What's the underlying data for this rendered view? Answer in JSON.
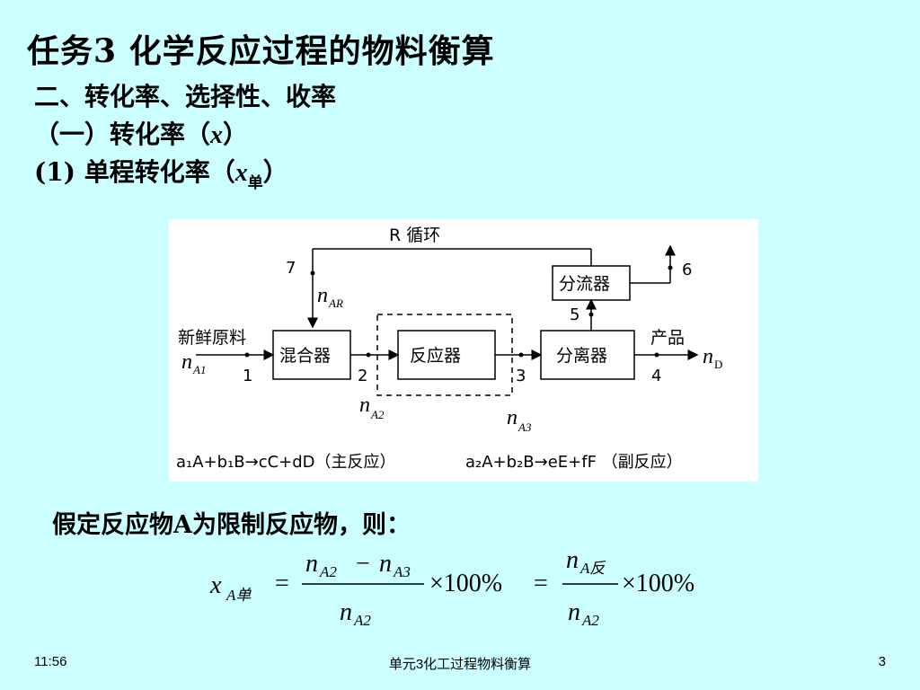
{
  "title": "任务3  化学反应过程的物料衡算",
  "section": "二、转化率、选择性、收率",
  "subsection": {
    "prefix": "（一）转化率（",
    "var": "x",
    "suffix": "）"
  },
  "item": {
    "prefix": "(1) 单程转化率（",
    "var": "x",
    "sub": "单",
    "suffix": "）"
  },
  "diagram": {
    "recycle_label": "R 循环",
    "splitter": "分流器",
    "mixer": "混合器",
    "reactor": "反应器",
    "separator": "分离器",
    "feed_label": "新鲜原料",
    "product_label": "产品",
    "stream_numbers": [
      "1",
      "2",
      "3",
      "4",
      "5",
      "6",
      "7"
    ],
    "flows": {
      "feed": {
        "n": "n",
        "sub": "A1"
      },
      "recycle": {
        "n": "n",
        "sub": "AR"
      },
      "reactor_in": {
        "n": "n",
        "sub": "A2"
      },
      "reactor_out": {
        "n": "n",
        "sub": "A3"
      },
      "product": {
        "n": "n",
        "sub": "D"
      }
    },
    "reaction_main": "a₁A+b₁B→cC+dD（主反应）",
    "reaction_side": "a₂A+b₂B→eE+fF （副反应）"
  },
  "assumption": "假定反应物A为限制反应物，则：",
  "formula": {
    "lhs_var": "x",
    "lhs_sub": "A单",
    "eq": "=",
    "num1_a": "n",
    "num1_a_sub": "A2",
    "minus": "−",
    "num1_b": "n",
    "num1_b_sub": "A3",
    "den1": "n",
    "den1_sub": "A2",
    "times1": "×100%",
    "eq2": "=",
    "num2": "n",
    "num2_sub": "A反",
    "den2": "n",
    "den2_sub": "A2",
    "times2": "×100%"
  },
  "footer": {
    "time": "11:56",
    "course": "单元3化工过程物料衡算",
    "page": "3"
  }
}
